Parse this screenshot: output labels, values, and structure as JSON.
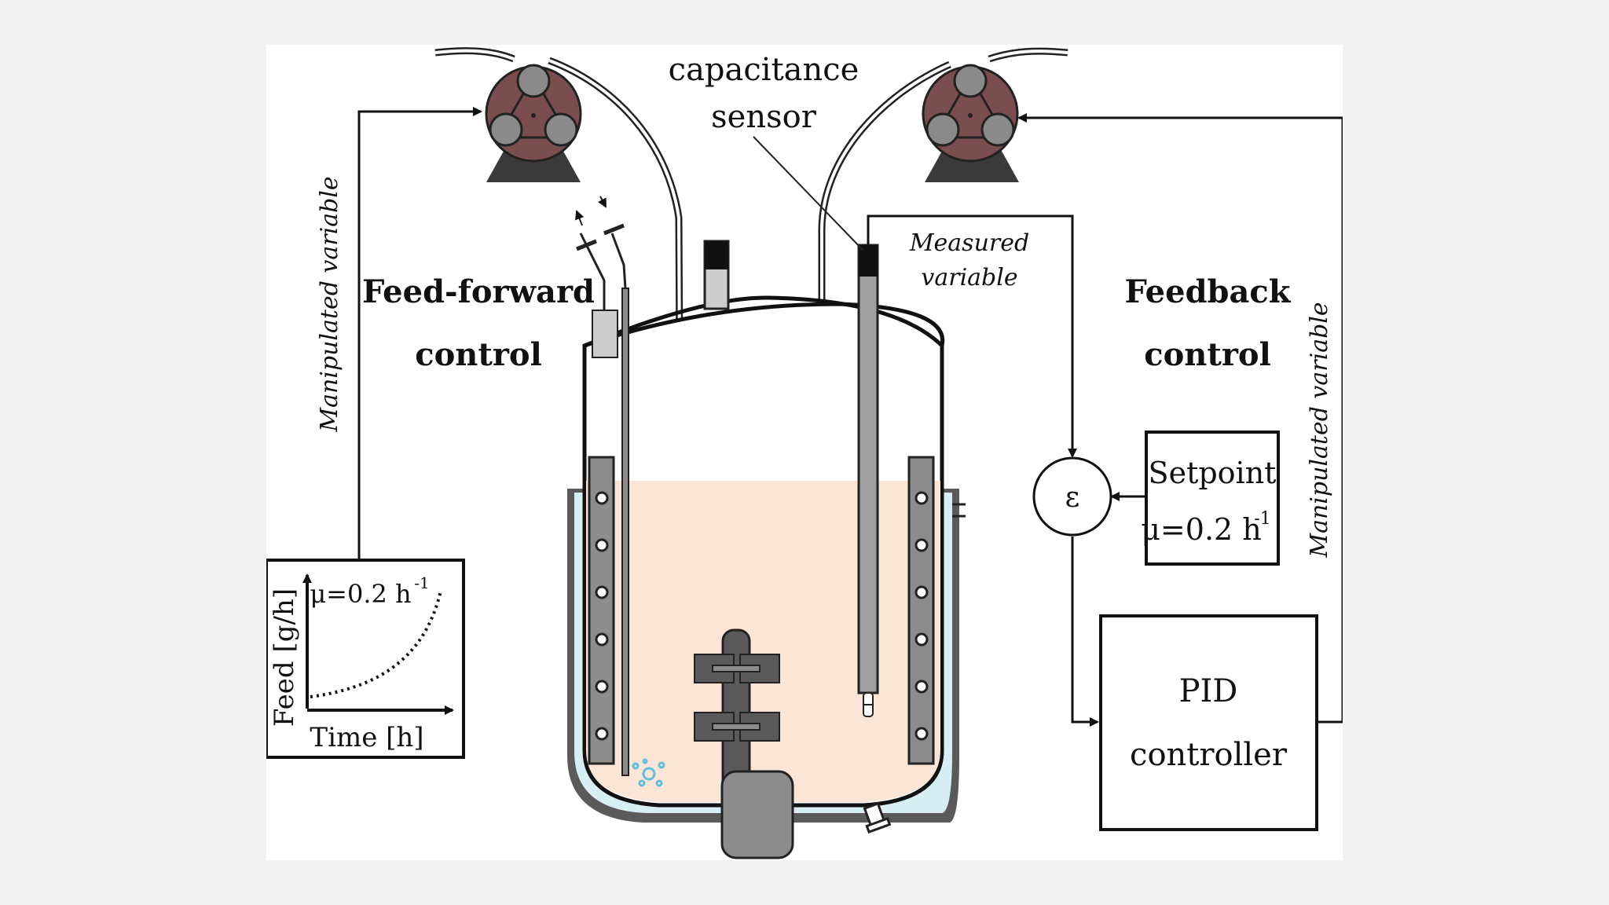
{
  "labels": {
    "sensor_line1": "capacitance",
    "sensor_line2": "sensor",
    "measured_line1": "Measured",
    "measured_line2": "variable",
    "ff_line1": "Feed-forward",
    "ff_line2": "control",
    "fb_line1": "Feedback",
    "fb_line2": "control",
    "manipulated_left": "Manipulated variable",
    "manipulated_right": "Manipulated variable",
    "epsilon": "ε",
    "setpoint_title": "Setpoint",
    "setpoint_mu": "μ=0.2 h",
    "setpoint_exp": "-1",
    "pid_line1": "PID",
    "pid_line2": "controller",
    "plot_ylabel": "Feed [g/h]",
    "plot_xlabel": "Time [h]",
    "plot_mu": "μ=0.2 h",
    "plot_exp": "-1"
  },
  "colors": {
    "pump_body": "#7a4e4e",
    "pump_roller": "#8a8a8a",
    "culture": "#fbe5d6",
    "jacket_water": "#d8eef5",
    "metal_grey": "#8c8c8c",
    "bubbles": "#5fc0dc"
  }
}
